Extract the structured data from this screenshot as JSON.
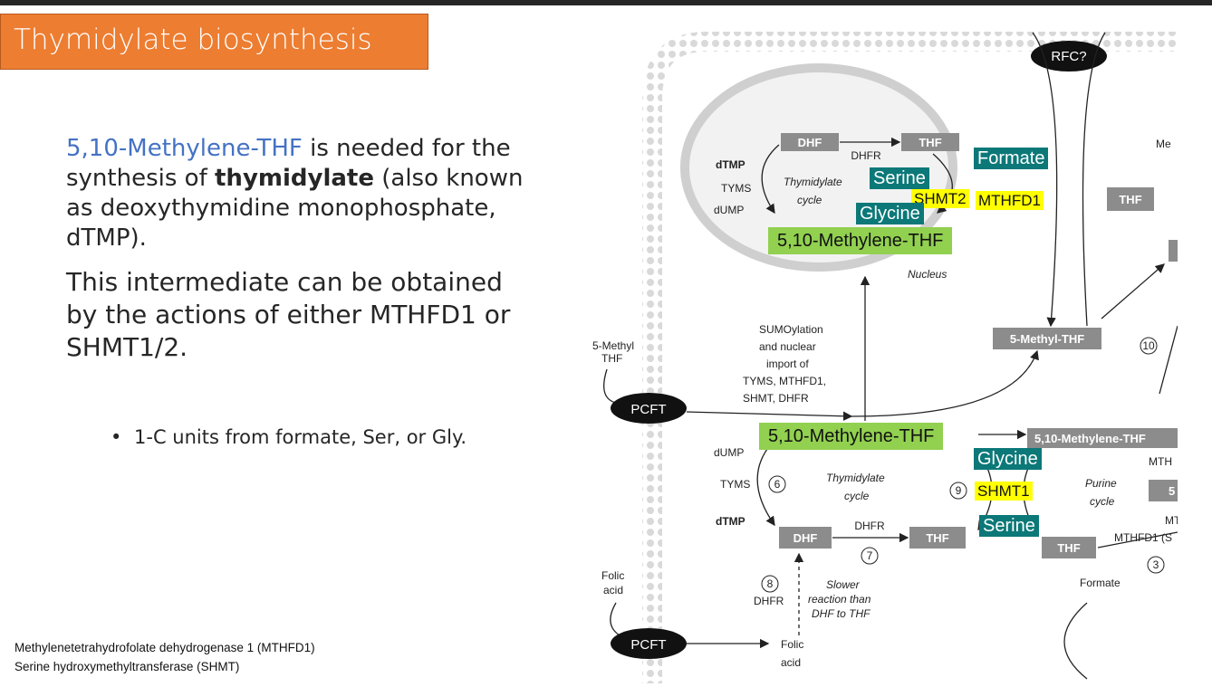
{
  "slide": {
    "title": "Thymidylate biosynthesis",
    "para1_highlight": "5,10-Methylene-THF",
    "para1_mid": " is needed for the synthesis of ",
    "para1_bold": "thymidylate",
    "para1_end": " (also known as deoxythymidine monophosphate, dTMP).",
    "para2": "This intermediate can be obtained by the actions of either MTHFD1 or SHMT1/2.",
    "bullet": "1-C units from formate, Ser, or Gly.",
    "footnote1": "Methylenetetrahydrofolate dehydrogenase 1 (MTHFD1)",
    "footnote2": "Serine hydroxymethyltransferase (SHMT)"
  },
  "diagram": {
    "transporters": [
      "RFC?",
      "PCFT",
      "PCFT"
    ],
    "nucleus": {
      "dhf": "DHF",
      "thf": "THF",
      "dhfr": "DHFR",
      "dtmp": "dTMP",
      "tyms": "TYMS",
      "dump": "dUMP",
      "cycle_line1": "Thymidylate",
      "cycle_line2": "cycle",
      "label": "Nucleus"
    },
    "right_top": {
      "thf": "THF",
      "me": "Me"
    },
    "five_methyl_thf": "5-Methyl-THF",
    "step10": "10",
    "five_methyl_left": [
      "5-Methyl",
      "THF"
    ],
    "sumo": [
      "SUMOylation",
      "and nuclear",
      "import of",
      "TYMS, MTHFD1,",
      "SHMT, DHFR"
    ],
    "cyto": {
      "dump": "dUMP",
      "tyms": "TYMS",
      "step6": "6",
      "dtmp": "dTMP",
      "cycle_line1": "Thymidylate",
      "cycle_line2": "cycle",
      "dhf": "DHF",
      "thf": "THF",
      "dhfr": "DHFR",
      "step7": "7",
      "step9": "9",
      "methylene_box": "5,10-Methylene-THF",
      "mth": "MTH",
      "purine_line1": "Purine",
      "purine_line2": "cycle",
      "five": "5",
      "mt": "MT",
      "thf_right": "THF",
      "mthfd1": "MTHFD1 (S",
      "step3": "3",
      "formate": "Formate"
    },
    "folic": {
      "folic_left": [
        "Folic",
        "acid"
      ],
      "step8": "8",
      "dhfr": "DHFR",
      "slower": [
        "Slower",
        "reaction than",
        "DHF to THF"
      ],
      "folic_right": [
        "Folic",
        "acid"
      ]
    }
  },
  "overlays": {
    "formate": "Formate",
    "serine_top": "Serine",
    "shmt2": "SHMT2",
    "mthfd1": "MTHFD1",
    "glycine_top": "Glycine",
    "methylene_nuc": "5,10-Methylene-THF",
    "methylene_cyto": "5,10-Methylene-THF",
    "glycine_bottom": "Glycine",
    "shmt1": "SHMT1",
    "serine_bottom": "Serine"
  },
  "colors": {
    "title_bg": "#ed7d31",
    "highlight_blue": "#4472c4",
    "green_box": "#92d050",
    "teal_box": "#0c7878",
    "yellow_box": "#ffff00",
    "gray_box": "#8c8c8c",
    "transporter": "#111111"
  }
}
